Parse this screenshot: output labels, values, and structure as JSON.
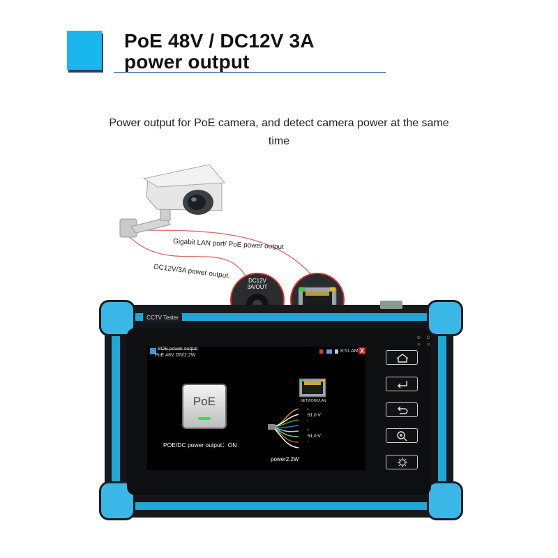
{
  "header": {
    "title_line1": "PoE 48V / DC12V 3A",
    "title_line2": "power output",
    "accent_color": "#19b7ec",
    "line_color": "#6e8cc0"
  },
  "description": {
    "line1": "Power output for PoE camera, and detect camera power at the same",
    "line2": "time"
  },
  "diagram": {
    "cable_lan_label": "Gigabit LAN port/ PoE power output",
    "cable_dc_label": "DC12V/3A power output.",
    "dc_port_label_line1": "DC12V",
    "dc_port_label_line2": "3A/OUT"
  },
  "device": {
    "brand_tag": "CCTV Tester",
    "body_color": "#21a6d8"
  },
  "screen": {
    "app_title": "POE power output",
    "status_subtitle": "PoE 48V ON/2.2W",
    "time": "8:51 AM",
    "close_glyph": "X",
    "poe_button_label": "PoE",
    "output_status": "POE/DC power output：ON",
    "power_reading": "power2.2W",
    "network_label": "NETWORK/LAN",
    "voltage_pair1": "51.0 V",
    "voltage_pair2": "51.0 V",
    "pin_plus": "+",
    "pin_minus": "-"
  },
  "side_buttons": [
    {
      "name": "home",
      "icon": "home-icon"
    },
    {
      "name": "enter",
      "icon": "enter-icon"
    },
    {
      "name": "back",
      "icon": "back-arrow-icon"
    },
    {
      "name": "zoom",
      "icon": "zoom-icon"
    },
    {
      "name": "brightness",
      "icon": "brightness-icon"
    }
  ],
  "indicators": {
    "power_glyph": "⏻",
    "charge_glyph": "C"
  }
}
